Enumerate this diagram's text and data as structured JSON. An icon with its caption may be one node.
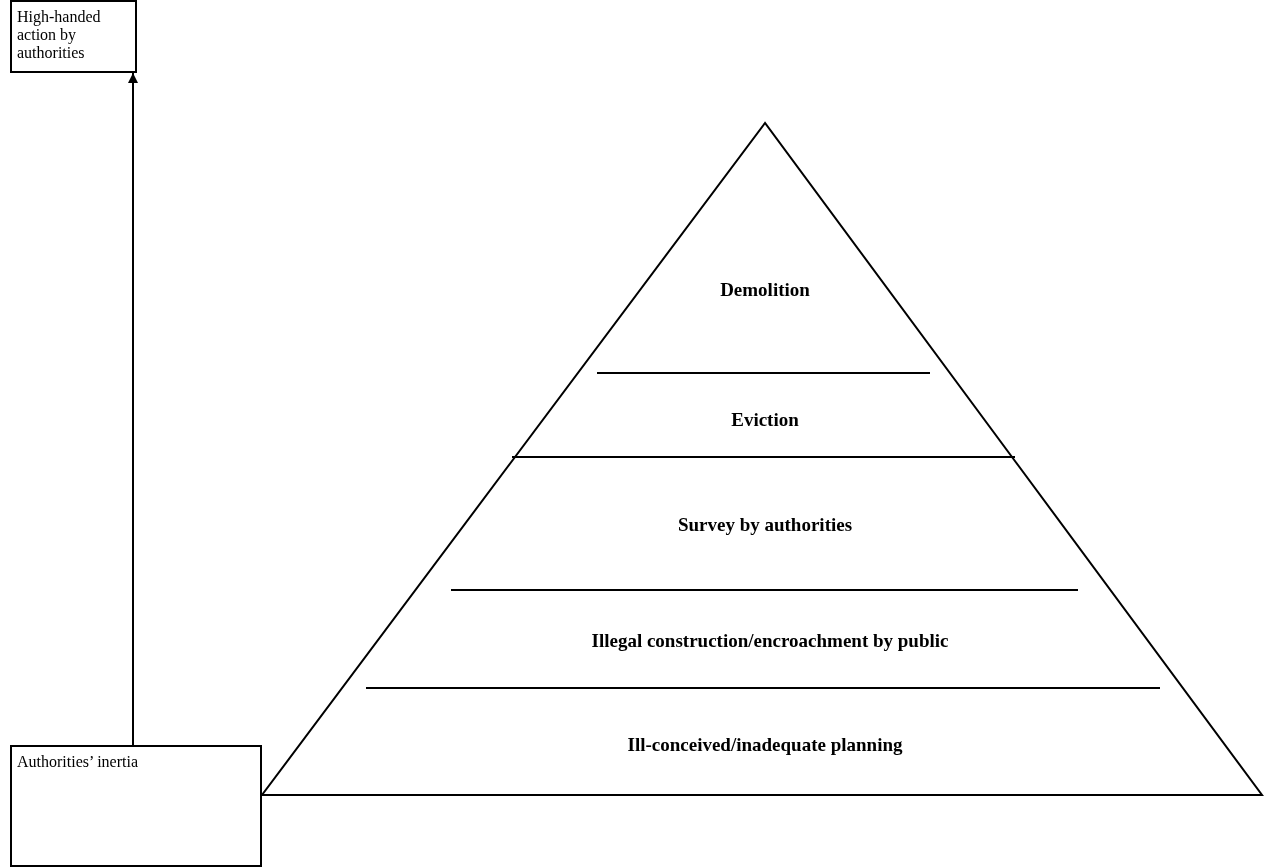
{
  "diagram": {
    "nodes": [
      {
        "text": [
          "High-handed action by authorities"
        ]
      },
      {
        "text": [
          "Authorities’ inertia"
        ]
      },
      {
        "text": [
          "Demolition"
        ]
      },
      {
        "text": [
          "Eviction"
        ]
      },
      {
        "text": [
          "Survey by authorities"
        ]
      },
      {
        "text": [
          "Illegal construction/encroachment by public"
        ]
      },
      {
        "text": [
          "Ill-conceived/inadequate planning"
        ]
      }
    ],
    "edges": [
      {
        "from": 1,
        "to": 0,
        "arrow": "to"
      }
    ]
  }
}
